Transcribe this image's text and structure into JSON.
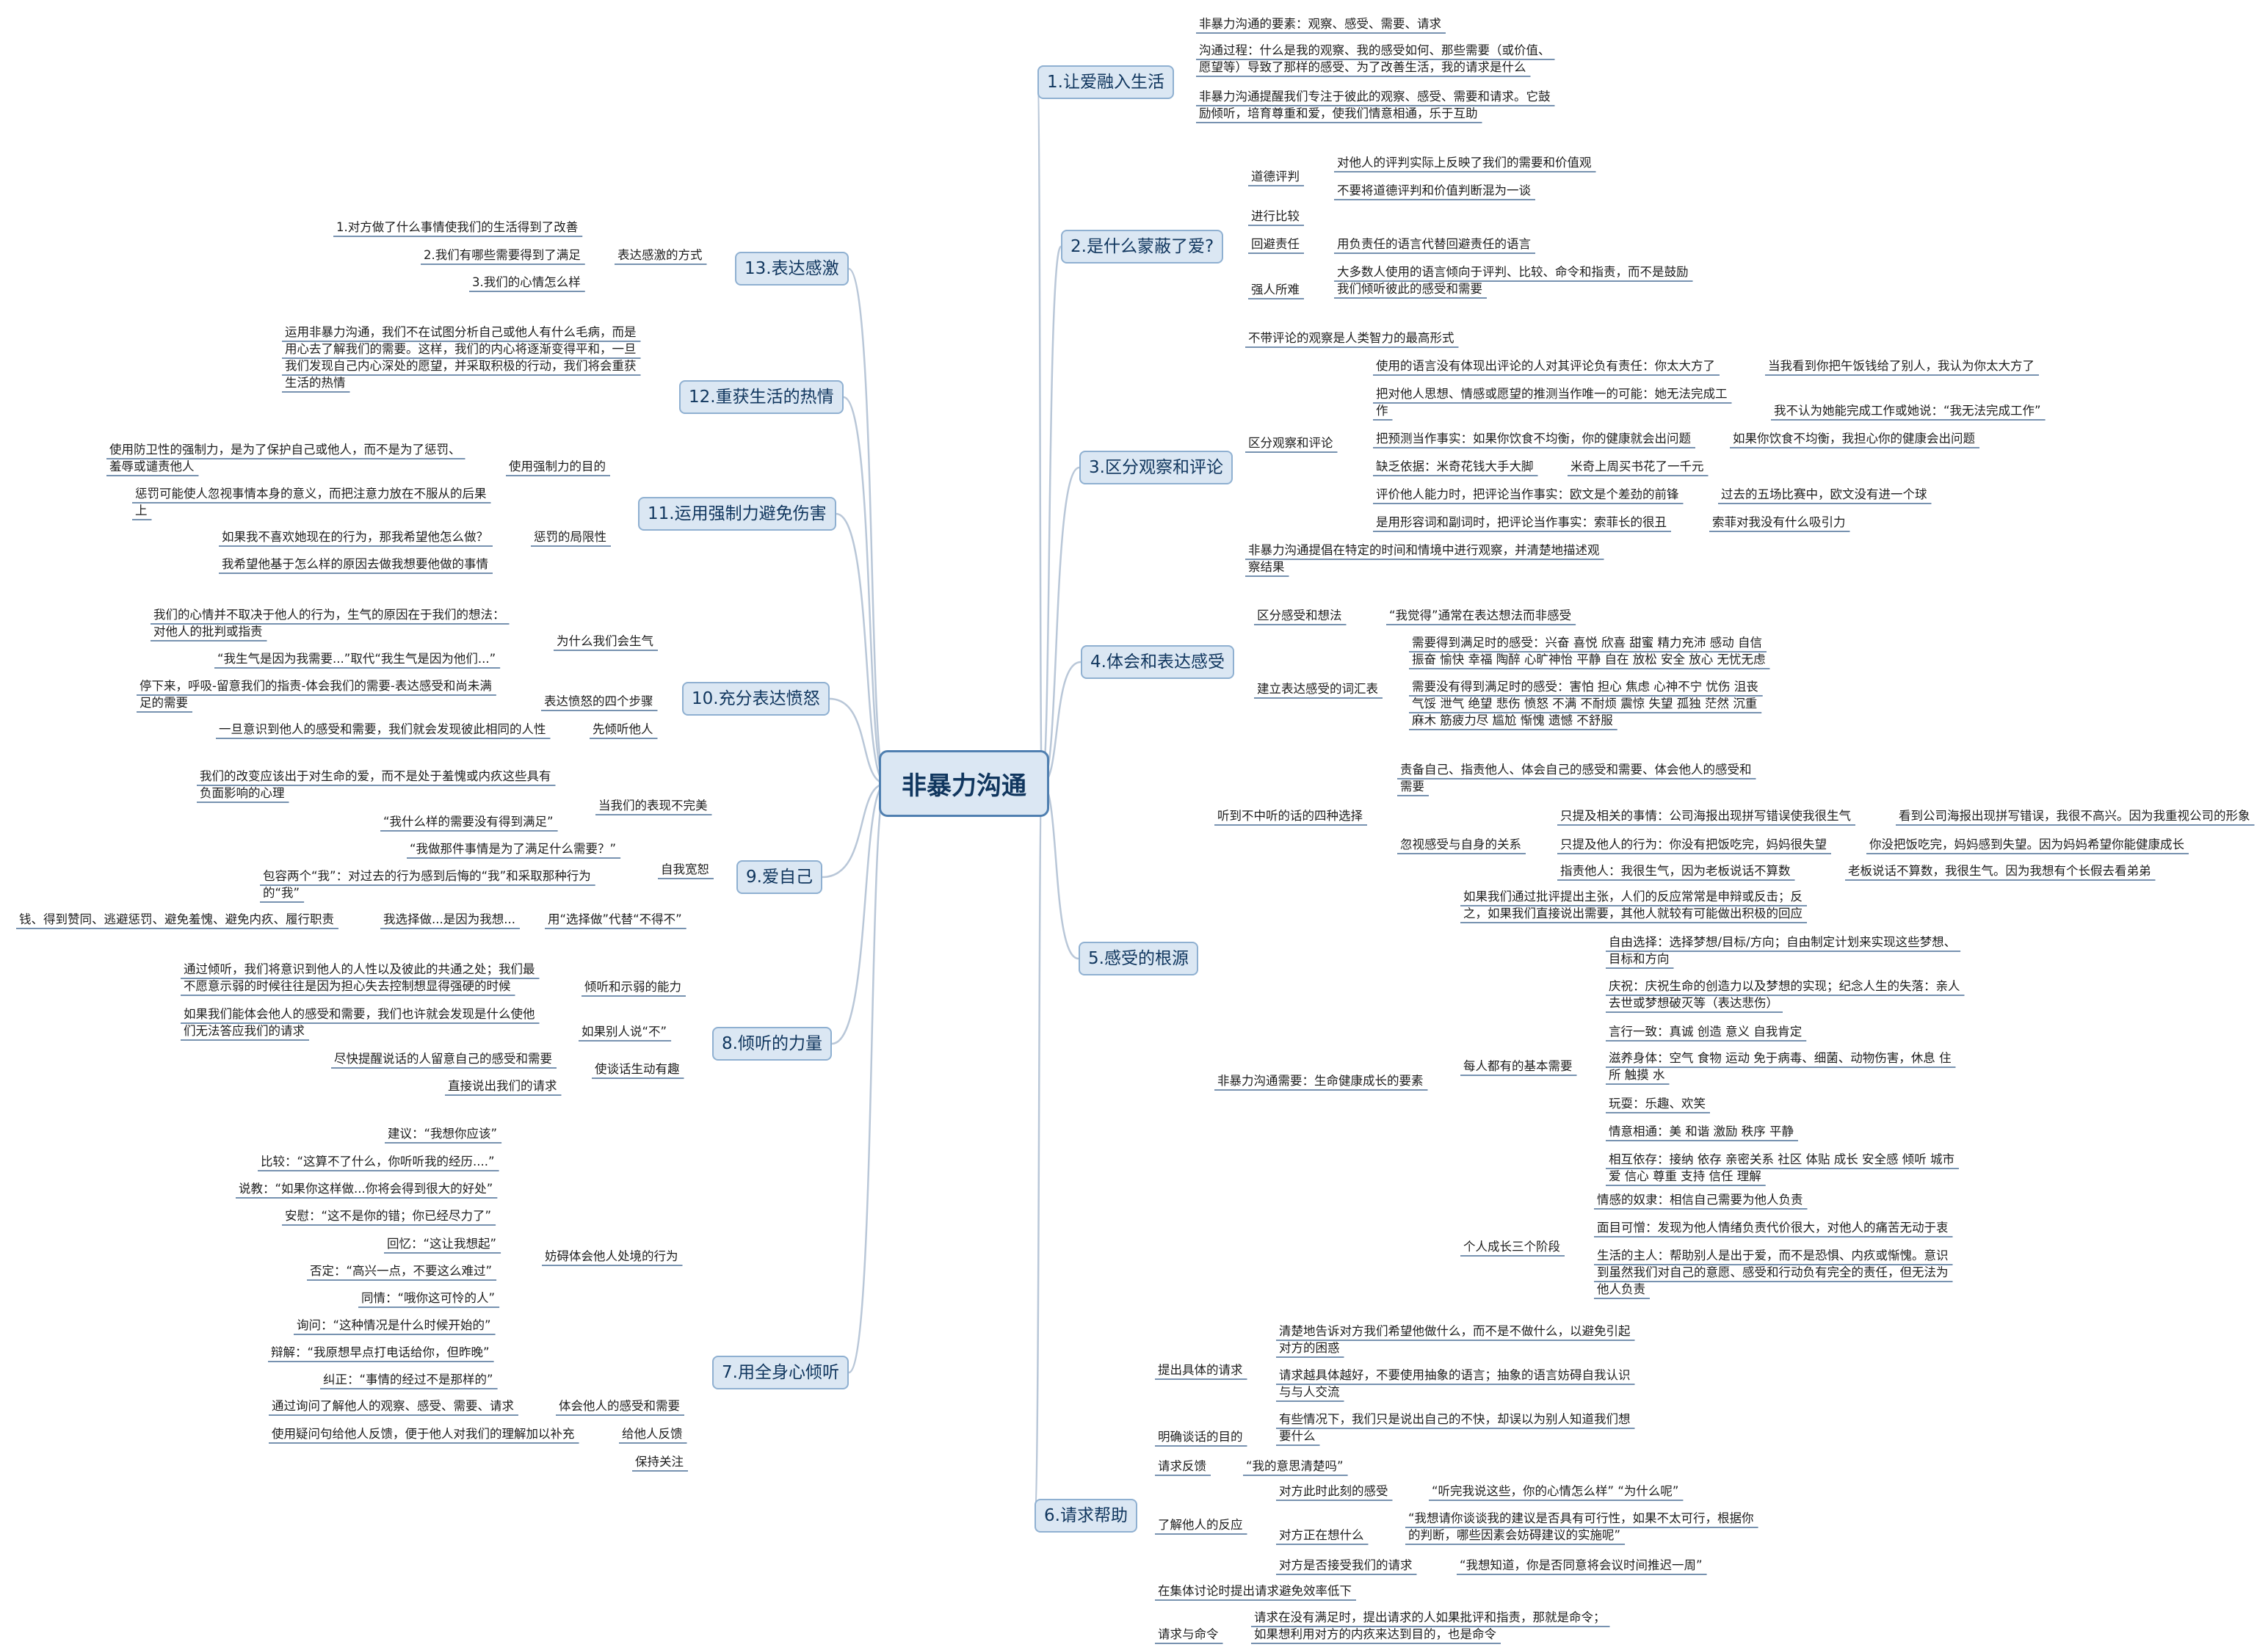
{
  "root": "非暴力沟通",
  "branches": {
    "b1": {
      "title": "1.让爱融入生活",
      "items": [
        "非暴力沟通的要素：观察、感受、需要、请求",
        "沟通过程：什么是我的观察、我的感受如何、那些需要（或价值、",
        "愿望等）导致了那样的感受、为了改善生活，我的请求是什么",
        "非暴力沟通提醒我们专注于彼此的观察、感受、需要和请求。它鼓",
        "励倾听，培育尊重和爱，使我们情意相通，乐于互助"
      ]
    },
    "b2": {
      "title": "2.是什么蒙蔽了爱?",
      "labels": [
        "道德评判",
        "进行比较",
        "回避责任",
        "强人所难"
      ],
      "items": [
        "对他人的评判实际上反映了我们的需要和价值观",
        "不要将道德评判和价值判断混为一谈",
        "用负责任的语言代替回避责任的语言",
        "大多数人使用的语言倾向于评判、比较、命令和指责，而不是鼓励",
        "我们倾听彼此的感受和需要"
      ]
    },
    "b3": {
      "title": "3.区分观察和评论",
      "labels": [
        "不带评论的观察是人类智力的最高形式",
        "区分观察和评论"
      ],
      "items": [
        "使用的语言没有体现出评论的人对其评论负有责任：你太大方了",
        "当我看到你把午饭钱给了别人，我认为你太大方了",
        "把对他人思想、情感或愿望的推测当作唯一的可能：她无法完成工",
        "作",
        "我不认为她能完成工作或她说：“我无法完成工作”",
        "把预测当作事实：如果你饮食不均衡，你的健康就会出问题",
        "如果你饮食不均衡，我担心你的健康会出问题",
        "缺乏依据：米奇花钱大手大脚",
        "米奇上周买书花了一千元",
        "评价他人能力时，把评论当作事实：欧文是个差劲的前锋",
        "过去的五场比赛中，欧文没有进一个球",
        "是用形容词和副词时，把评论当作事实：索菲长的很丑",
        "索菲对我没有什么吸引力",
        "非暴力沟通提倡在特定的时间和情境中进行观察，并清楚地描述观",
        "察结果"
      ]
    },
    "b4": {
      "title": "4.体会和表达感受",
      "labels": [
        "区分感受和想法",
        "建立表达感受的词汇表"
      ],
      "items": [
        "“我觉得”通常在表达想法而非感受",
        "需要得到满足时的感受：兴奋 喜悦 欣喜 甜蜜 精力充沛 感动 自信",
        "振奋 愉快 幸福 陶醉 心旷神怡 平静 自在 放松 安全 放心 无忧无虑",
        "需要没有得到满足时的感受：害怕 担心 焦虑 心神不宁 忧伤 沮丧",
        "气馁 泄气 绝望 悲伤 愤怒 不满 不耐烦 震惊 失望 孤独 茫然 沉重",
        "麻木 筋疲力尽 尴尬 惭愧 遗憾 不舒服"
      ]
    },
    "b5": {
      "title": "5.感受的根源",
      "labels": [
        "听到不中听的话的四种选择",
        "忽视感受与自身的关系",
        "非暴力沟通需要：生命健康成长的要素",
        "每人都有的基本需要",
        "个人成长三个阶段"
      ],
      "items": [
        "责备自己、指责他人、体会自己的感受和需要、体会他人的感受和",
        "需要",
        "只提及相关的事情：公司海报出现拼写错误使我很生气",
        "看到公司海报出现拼写错误，我很不高兴。因为我重视公司的形象",
        "只提及他人的行为：你没有把饭吃完，妈妈很失望",
        "你没把饭吃完，妈妈感到失望。因为妈妈希望你能健康成长",
        "指责他人：我很生气，因为老板说话不算数",
        "老板说话不算数，我很生气。因为我想有个长假去看弟弟",
        "如果我们通过批评提出主张，人们的反应常常是申辩或反击；反",
        "之，如果我们直接说出需要，其他人就较有可能做出积极的回应",
        "自由选择：选择梦想/目标/方向；自由制定计划来实现这些梦想、",
        "目标和方向",
        "庆祝：庆祝生命的创造力以及梦想的实现；纪念人生的失落：亲人",
        "去世或梦想破灭等（表达悲伤）",
        "言行一致：真诚 创造 意义 自我肯定",
        "滋养身体：空气 食物 运动 免于病毒、细菌、动物伤害，休息 住",
        "所 触摸 水",
        "玩耍：乐趣、欢笑",
        "情意相通：美 和谐 激励 秩序 平静",
        "相互依存：接纳 依存 亲密关系 社区 体贴 成长 安全感 倾听 城市",
        "爱 信心 尊重 支持 信任 理解",
        "情感的奴隶：相信自己需要为他人负责",
        "面目可憎：发现为他人情绪负责代价很大，对他人的痛苦无动于衷",
        "生活的主人：帮助别人是出于爱，而不是恐惧、内疚或惭愧。意识",
        "到虽然我们对自己的意愿、感受和行动负有完全的责任，但无法为",
        "他人负责"
      ]
    },
    "b6": {
      "title": "6.请求帮助",
      "labels": [
        "提出具体的请求",
        "明确谈话的目的",
        "请求反馈",
        "了解他人的反应",
        "对方此时此刻的感受",
        "对方正在想什么",
        "对方是否接受我们的请求",
        "在集体讨论时提出请求避免效率低下",
        "请求与命令"
      ],
      "items": [
        "清楚地告诉对方我们希望他做什么，而不是不做什么，以避免引起",
        "对方的困惑",
        "请求越具体越好，不要使用抽象的语言；抽象的语言妨碍自我认识",
        "与与人交流",
        "有些情况下，我们只是说出自己的不快，却误以为别人知道我们想",
        "要什么",
        "“我的意思清楚吗”",
        "“听完我说这些，你的心情怎么样” “为什么呢”",
        "“我想请你谈谈我的建议是否具有可行性，如果不太可行，根据你",
        "的判断，哪些因素会妨碍建议的实施呢”",
        "“我想知道，你是否同意将会议时间推迟一周”",
        "请求在没有满足时，提出请求的人如果批评和指责，那就是命令；",
        "如果想利用对方的内疚来达到目的，也是命令"
      ]
    },
    "b7": {
      "title": "7.用全身心倾听",
      "labels": [
        "妨碍体会他人处境的行为",
        "体会他人的感受和需要",
        "给他人反馈",
        "保持关注"
      ],
      "items": [
        "建议：“我想你应该”",
        "比较：“这算不了什么，你听听我的经历....”",
        "说教：“如果你这样做...你将会得到很大的好处”",
        "安慰：“这不是你的错；你已经尽力了”",
        "回忆：“这让我想起”",
        "否定：“高兴一点，不要这么难过”",
        "同情：“哦你这可怜的人”",
        "询问：“这种情况是什么时候开始的”",
        "辩解：“我原想早点打电话给你，但昨晚”",
        "纠正：“事情的经过不是那样的”",
        "通过询问了解他人的观察、感受、需要、请求",
        "使用疑问句给他人反馈，便于他人对我们的理解加以补充"
      ]
    },
    "b8": {
      "title": "8.倾听的力量",
      "labels": [
        "倾听和示弱的能力",
        "如果别人说“不”",
        "使谈话生动有趣"
      ],
      "items": [
        "通过倾听，我们将意识到他人的人性以及彼此的共通之处；我们最",
        "不愿意示弱的时候往往是因为担心失去控制想显得强硬的时候",
        "如果我们能体会他人的感受和需要，我们也许就会发现是什么使他",
        "们无法答应我们的请求",
        "尽快提醒说话的人留意自己的感受和需要",
        "直接说出我们的请求"
      ]
    },
    "b9": {
      "title": "9.爱自己",
      "labels": [
        "当我们的表现不完美",
        "自我宽恕",
        "用“选择做”代替“不得不”"
      ],
      "items": [
        "我们的改变应该出于对生命的爱，而不是处于羞愧或内疚这些具有",
        "负面影响的心理",
        "“我什么样的需要没有得到满足”",
        "“我做那件事情是为了满足什么需要？”",
        "包容两个“我”：对过去的行为感到后悔的“我”和采取那种行为",
        "的“我”",
        "我选择做...是因为我想...",
        "钱、得到赞同、逃避惩罚、避免羞愧、避免内疚、履行职责"
      ]
    },
    "b10": {
      "title": "10.充分表达愤怒",
      "labels": [
        "为什么我们会生气",
        "表达愤怒的四个步骤",
        "先倾听他人"
      ],
      "items": [
        "我们的心情并不取决于他人的行为，生气的原因在于我们的想法：",
        "对他人的批判或指责",
        "“我生气是因为我需要...”取代“我生气是因为他们...”",
        "停下来，呼吸-留意我们的指责-体会我们的需要-表达感受和尚未满",
        "足的需要",
        "一旦意识到他人的感受和需要，我们就会发现彼此相同的人性"
      ]
    },
    "b11": {
      "title": "11.运用强制力避免伤害",
      "labels": [
        "使用强制力的目的",
        "惩罚的局限性"
      ],
      "items": [
        "使用防卫性的强制力，是为了保护自己或他人，而不是为了惩罚、",
        "羞辱或谴责他人",
        "惩罚可能使人忽视事情本身的意义，而把注意力放在不服从的后果",
        "上",
        "如果我不喜欢她现在的行为，那我希望他怎么做？",
        "我希望他基于怎么样的原因去做我想要他做的事情"
      ]
    },
    "b12": {
      "title": "12.重获生活的热情",
      "items": [
        "运用非暴力沟通，我们不在试图分析自己或他人有什么毛病，而是",
        "用心去了解我们的需要。这样，我们的内心将逐渐变得平和，一旦",
        "我们发现自己内心深处的愿望，并采取积极的行动，我们将会重获",
        "生活的热情"
      ]
    },
    "b13": {
      "title": "13.表达感激",
      "labels": [
        "表达感激的方式"
      ],
      "items": [
        "1.对方做了什么事情使我们的生活得到了改善",
        "2.我们有哪些需要得到了满足",
        "3.我们的心情怎么样"
      ]
    }
  },
  "colors": {
    "link": "#b9c7d8",
    "underline": "#4a6f96",
    "node_fill": "#dbe7f3",
    "node_border": "#8fb0d1",
    "root_border": "#4f7fb0",
    "text": "#10365e"
  }
}
